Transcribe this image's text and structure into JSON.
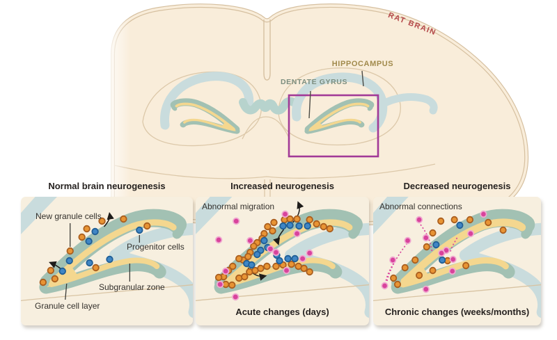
{
  "brain": {
    "labels": {
      "rat_brain": "RAT BRAIN",
      "hippocampus": "HIPPOCAMPUS",
      "dentate_gyrus": "DENTATE GYRUS"
    }
  },
  "panels": [
    {
      "title": "Normal brain neurogenesis",
      "caption": "",
      "annotations": {
        "new_granule_cells": "New granule cells",
        "progenitor_cells": "Progenitor cells",
        "subgranular_zone": "Subgranular zone",
        "granule_cell_layer": "Granule cell layer"
      },
      "cells": {
        "orange": [
          [
            71,
            78
          ],
          [
            95,
            46
          ],
          [
            88,
            58
          ],
          [
            117,
            35
          ],
          [
            148,
            32
          ],
          [
            182,
            42
          ],
          [
            43,
            106
          ],
          [
            32,
            123
          ],
          [
            49,
            118
          ],
          [
            108,
            102
          ]
        ],
        "blue": [
          [
            107,
            50
          ],
          [
            98,
            64
          ],
          [
            70,
            92
          ],
          [
            60,
            107
          ],
          [
            99,
            95
          ],
          [
            128,
            90
          ],
          [
            171,
            48
          ]
        ],
        "pink": []
      }
    },
    {
      "title": "Increased neurogenesis",
      "caption": "Acute changes (days)",
      "annotations": {
        "abnormal_migration": "Abnormal migration"
      },
      "cells": {
        "orange": [
          [
            112,
            37
          ],
          [
            127,
            33
          ],
          [
            135,
            32
          ],
          [
            145,
            32
          ],
          [
            163,
            33
          ],
          [
            173,
            39
          ],
          [
            183,
            43
          ],
          [
            192,
            46
          ],
          [
            103,
            43
          ],
          [
            110,
            49
          ],
          [
            98,
            53
          ],
          [
            95,
            60
          ],
          [
            88,
            66
          ],
          [
            83,
            71
          ],
          [
            78,
            80
          ],
          [
            75,
            86
          ],
          [
            68,
            91
          ],
          [
            62,
            89
          ],
          [
            53,
            100
          ],
          [
            47,
            106
          ],
          [
            40,
            115
          ],
          [
            33,
            116
          ],
          [
            43,
            126
          ],
          [
            52,
            127
          ],
          [
            62,
            117
          ],
          [
            70,
            115
          ],
          [
            77,
            108
          ],
          [
            85,
            106
          ],
          [
            93,
            103
          ],
          [
            102,
            100
          ],
          [
            115,
            100
          ],
          [
            125,
            98
          ],
          [
            137,
            97
          ],
          [
            147,
            100
          ],
          [
            155,
            103
          ],
          [
            163,
            108
          ]
        ],
        "blue": [
          [
            125,
            42
          ],
          [
            135,
            41
          ],
          [
            148,
            42
          ],
          [
            160,
            42
          ],
          [
            98,
            63
          ],
          [
            103,
            73
          ],
          [
            93,
            77
          ],
          [
            88,
            83
          ],
          [
            116,
            84
          ],
          [
            120,
            92
          ],
          [
            132,
            89
          ],
          [
            142,
            89
          ],
          [
            73,
            96
          ],
          [
            80,
            98
          ]
        ],
        "pink": [
          [
            128,
            25
          ],
          [
            58,
            35
          ],
          [
            33,
            62
          ],
          [
            78,
            63
          ],
          [
            107,
            75
          ],
          [
            115,
            80
          ],
          [
            145,
            53
          ],
          [
            163,
            81
          ],
          [
            130,
            106
          ],
          [
            43,
            107
          ],
          [
            35,
            126
          ],
          [
            57,
            144
          ],
          [
            153,
            89
          ]
        ]
      }
    },
    {
      "title": "Decreased neurogenesis",
      "caption": "Chronic changes (weeks/months)",
      "annotations": {
        "abnormal_connections": "Abnormal connections"
      },
      "cells": {
        "orange": [
          [
            100,
            35
          ],
          [
            120,
            33
          ],
          [
            143,
            33
          ],
          [
            170,
            37
          ],
          [
            192,
            48
          ],
          [
            88,
            52
          ],
          [
            79,
            72
          ],
          [
            62,
            91
          ],
          [
            47,
            102
          ],
          [
            30,
            117
          ],
          [
            36,
            126
          ],
          [
            68,
            113
          ],
          [
            88,
            106
          ],
          [
            137,
            99
          ],
          [
            110,
            92
          ]
        ],
        "blue": [
          [
            128,
            41
          ],
          [
            93,
            69
          ],
          [
            102,
            91
          ]
        ],
        "pink": [
          [
            68,
            33
          ],
          [
            163,
            25
          ],
          [
            144,
            53
          ],
          [
            78,
            59
          ],
          [
            51,
            63
          ],
          [
            108,
            77
          ],
          [
            101,
            81
          ],
          [
            118,
            90
          ],
          [
            29,
            91
          ],
          [
            117,
            107
          ],
          [
            17,
            128
          ],
          [
            78,
            133
          ]
        ]
      }
    }
  ],
  "dot_styles": {
    "orange": {
      "fill": "#e89434",
      "stroke": "#aa5e1e"
    },
    "blue": {
      "fill": "#3f86c5",
      "stroke": "#205e95"
    },
    "pink": {
      "fill": "#d8439c",
      "stroke": "#f0a9d0"
    }
  },
  "palette": {
    "panel_background": "#f7efdf",
    "brain_fill": "#f9edda",
    "outline_tan": "#d6c0a0",
    "hippocampus_band_blue": "#c9dcdd",
    "dentate_teal": "#a2c1b3",
    "granule_layer_yellow": "#f4d78f",
    "highlight_box_purple": "#a23a97",
    "rat_brain_text": "#b5494b",
    "hippocampus_text": "#a18a4c",
    "dentate_text": "#7c8e7f"
  }
}
